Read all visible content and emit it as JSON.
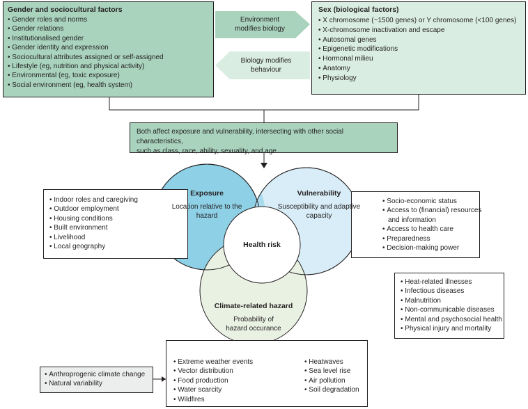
{
  "gender": {
    "title": "Gender and sociocultural factors",
    "items": [
      "Gender roles and norms",
      "Gender relations",
      "Institutionalised gender",
      "Gender identity and expression",
      "Sociocultural attributes assigned or self-assigned",
      "Lifestyle (eg, nutrition and physical activity)",
      "Environmental (eg, toxic exposure)",
      "Social environment (eg, health system)"
    ]
  },
  "sex": {
    "title": "Sex (biological factors)",
    "items": [
      "X chromosome (~1500 genes) or Y chromosome (<100 genes)",
      "X-chromosome inactivation and escape",
      "Autosomal genes",
      "Epigenetic modifications",
      "Hormonal milieu",
      "Anatomy",
      "Physiology"
    ]
  },
  "arrows": {
    "env_line1": "Environment",
    "env_line2": "modifies biology",
    "bio_line1": "Biology modifies",
    "bio_line2": "behaviour"
  },
  "both": {
    "line1": "Both affect exposure and vulnerability, intersecting with other social characteristics,",
    "line2": "such as class, race, ability, sexuality, and age"
  },
  "exposure": {
    "title": "Exposure",
    "line1": "Location relative to the",
    "line2": "hazard",
    "items": [
      "Indoor roles and caregiving",
      "Outdoor employment",
      "Housing conditions",
      "Built environment",
      "Livelihood",
      "Local geography"
    ]
  },
  "vulnerability": {
    "title": "Vulnerability",
    "line1": "Susceptibility and adaptive",
    "line2": "capacity",
    "items": [
      "Socio-economic status",
      "Access to (financial) resources",
      "and information",
      "Access to health care",
      "Preparedness",
      "Decision-making power"
    ]
  },
  "health_risk": {
    "title": "Health risk",
    "items": [
      "Heat-related illnesses",
      "Infectious diseases",
      "Malnutrition",
      "Non-communicable diseases",
      "Mental and psychosocial health",
      "Physical injury and mortality"
    ]
  },
  "climate": {
    "title": "Climate-related hazard",
    "line1": "Probability of",
    "line2": "hazard occurance",
    "items_left": [
      "Extreme weather events",
      "Vector distribution",
      "Food production",
      "Water scarcity",
      "Wildfires"
    ],
    "items_right": [
      "Heatwaves",
      "Sea level rise",
      "Air pollution",
      "Soil degradation"
    ]
  },
  "drivers": {
    "items": [
      "Anthroprogenic climate change",
      "Natural variability"
    ]
  },
  "colors": {
    "dark_green": "#a9d3bd",
    "light_green": "#d9ede3",
    "exposure_blue": "#8ed0e6",
    "vulnerability_blue": "#d8edf7",
    "hazard_green": "#e9f1e3",
    "gray": "#eceded"
  }
}
